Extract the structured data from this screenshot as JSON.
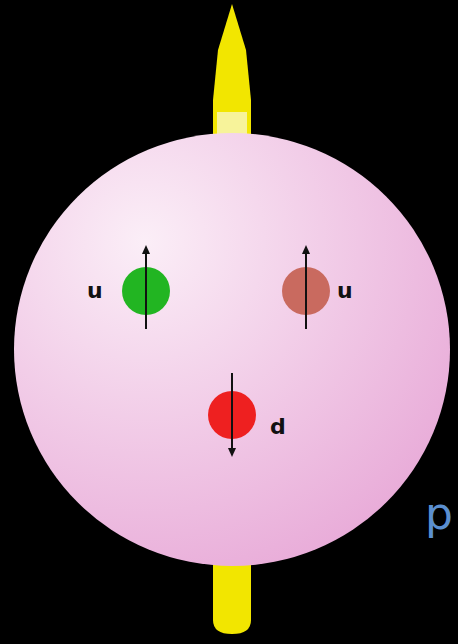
{
  "diagram": {
    "nodes": [
      {
        "text": [
          "p"
        ]
      },
      {
        "text": [
          "u"
        ],
        "in": 0
      },
      {
        "text": [
          "u"
        ],
        "in": 0
      },
      {
        "text": [
          "d"
        ],
        "in": 0
      }
    ]
  }
}
